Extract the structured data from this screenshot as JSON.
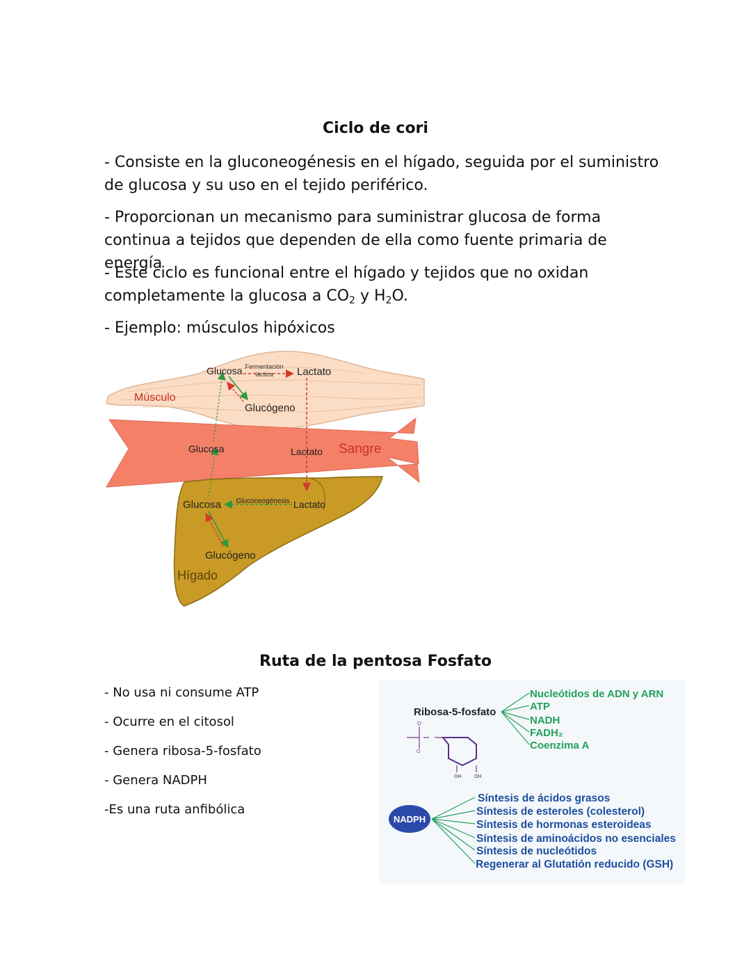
{
  "section1": {
    "title": "Ciclo de cori",
    "p1": "- Consiste en la gluconeogénesis en el hígado, seguida por el suministro de glucosa y su uso en el tejido periférico.",
    "p2": "- Proporcionan un mecanismo para suministrar glucosa de forma continua a tejidos que dependen de ella como fuente primaria de energía",
    "p3_a": "- Este ciclo es funcional entre el hígado y tejidos que no oxidan completamente la glucosa a CO",
    "p3_sub1": "2",
    "p3_b": " y H",
    "p3_sub2": "2",
    "p3_c": "O.",
    "p4": "- Ejemplo: músculos hipóxicos"
  },
  "cori_diagram": {
    "musculo": "Músculo",
    "glucosa_m": "Glucosa",
    "fermentacion1": "Fermentación",
    "fermentacion2": "láctica",
    "lactato_m": "Lactato",
    "glucogeno_m": "Glucógeno",
    "glucosa_s": "Glucosa",
    "lactato_s": "Lactato",
    "sangre": "Sangre",
    "glucosa_h": "Glucosa",
    "gluconeogenesis": "Gluconeogénesis",
    "lactato_h": "Lactato",
    "glucogeno_h": "Glucógeno",
    "higado": "Hígado"
  },
  "section2": {
    "title": "Ruta de la pentosa Fosfato",
    "items": [
      "- No usa ni consume ATP",
      "- Ocurre en el citosol",
      "- Genera ribosa-5-fosfato",
      "- Genera NADPH",
      "-Es una ruta anfibólica"
    ]
  },
  "pentose_diagram": {
    "ribose_label": "Ribosa-5-fosfato",
    "ribose_products": [
      "Nucleótidos de ADN y ARN",
      "ATP",
      "NADH",
      "FADH₂",
      "Coenzima A"
    ],
    "nadph_label": "NADPH",
    "nadph_products": [
      "Síntesis de ácidos grasos",
      "Síntesis de esteroles (colesterol)",
      "Síntesis de hormonas esteroideas",
      "Síntesis de aminoácidos no esenciales",
      "Síntesis de nucleótidos",
      "Regenerar al Glutatión reducido (GSH)"
    ],
    "colors": {
      "green": "#23a05a",
      "blue": "#1d4ea0",
      "nadph_fill": "#2b49a8",
      "bg": "#f4f8fb"
    }
  }
}
